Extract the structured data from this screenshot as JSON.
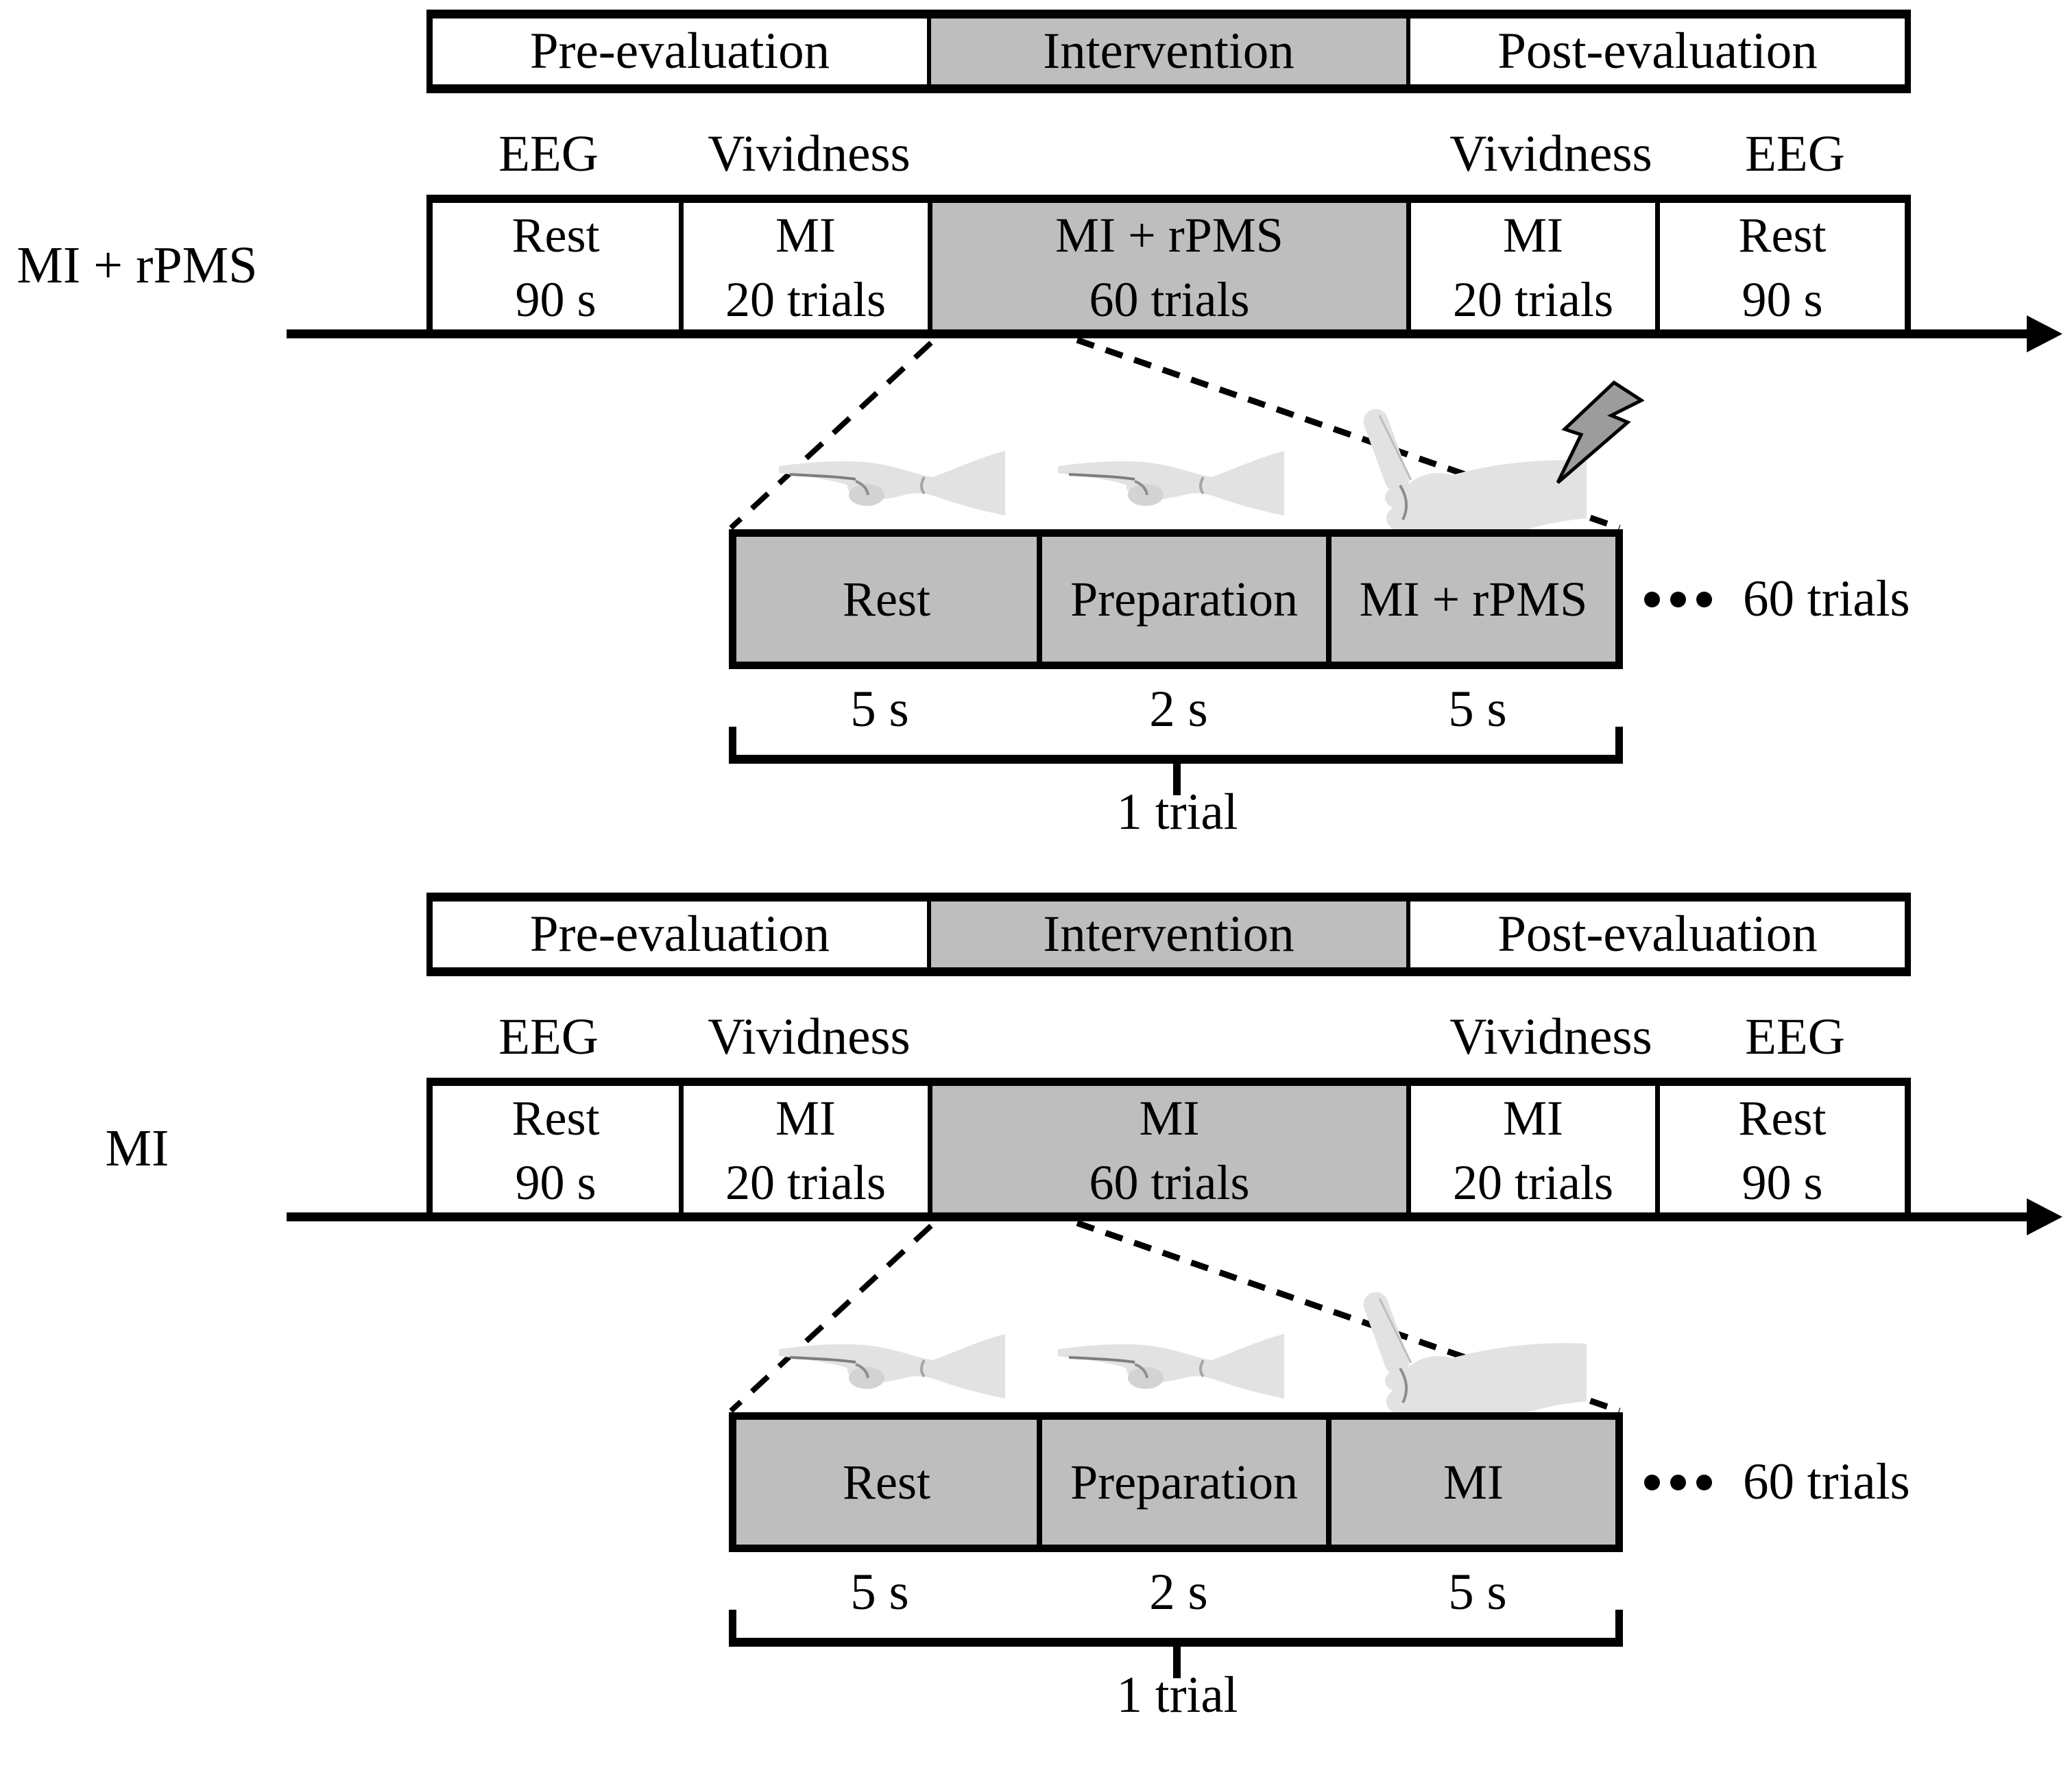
{
  "figure_title": "experimental-protocol",
  "colors": {
    "shaded_gray": "#bebebe",
    "hand_gray": "#e2e2e2",
    "bolt_gray": "#9c9c9c",
    "line_black": "#000000"
  },
  "sections": [
    {
      "row_label": "MI + rPMS",
      "phases": [
        {
          "label": "Pre-evaluation"
        },
        {
          "label": "Intervention"
        },
        {
          "label": "Post-evaluation"
        }
      ],
      "measures": [
        "EEG",
        "Vividness",
        "Vividness",
        "EEG"
      ],
      "timeline_boxes": [
        {
          "line1": "Rest",
          "line2": "90 s"
        },
        {
          "line1": "MI",
          "line2": "20 trials"
        },
        {
          "line1": "MI + rPMS",
          "line2": "60 trials"
        },
        {
          "line1": "MI",
          "line2": "20 trials"
        },
        {
          "line1": "Rest",
          "line2": "90 s"
        }
      ],
      "trial_boxes": [
        "Rest",
        "Preparation",
        "MI + rPMS"
      ],
      "durations": [
        "5 s",
        "2 s",
        "5 s"
      ],
      "more_trials_label": "60 trials",
      "brace_label": "1 trial",
      "has_lightning": true
    },
    {
      "row_label": "MI",
      "phases": [
        {
          "label": "Pre-evaluation"
        },
        {
          "label": "Intervention"
        },
        {
          "label": "Post-evaluation"
        }
      ],
      "measures": [
        "EEG",
        "Vividness",
        "Vividness",
        "EEG"
      ],
      "timeline_boxes": [
        {
          "line1": "Rest",
          "line2": "90 s"
        },
        {
          "line1": "MI",
          "line2": "20 trials"
        },
        {
          "line1": "MI",
          "line2": "60 trials"
        },
        {
          "line1": "MI",
          "line2": "20 trials"
        },
        {
          "line1": "Rest",
          "line2": "90 s"
        }
      ],
      "trial_boxes": [
        "Rest",
        "Preparation",
        "MI"
      ],
      "durations": [
        "5 s",
        "2 s",
        "5 s"
      ],
      "more_trials_label": "60 trials",
      "brace_label": "1 trial",
      "has_lightning": false
    }
  ]
}
